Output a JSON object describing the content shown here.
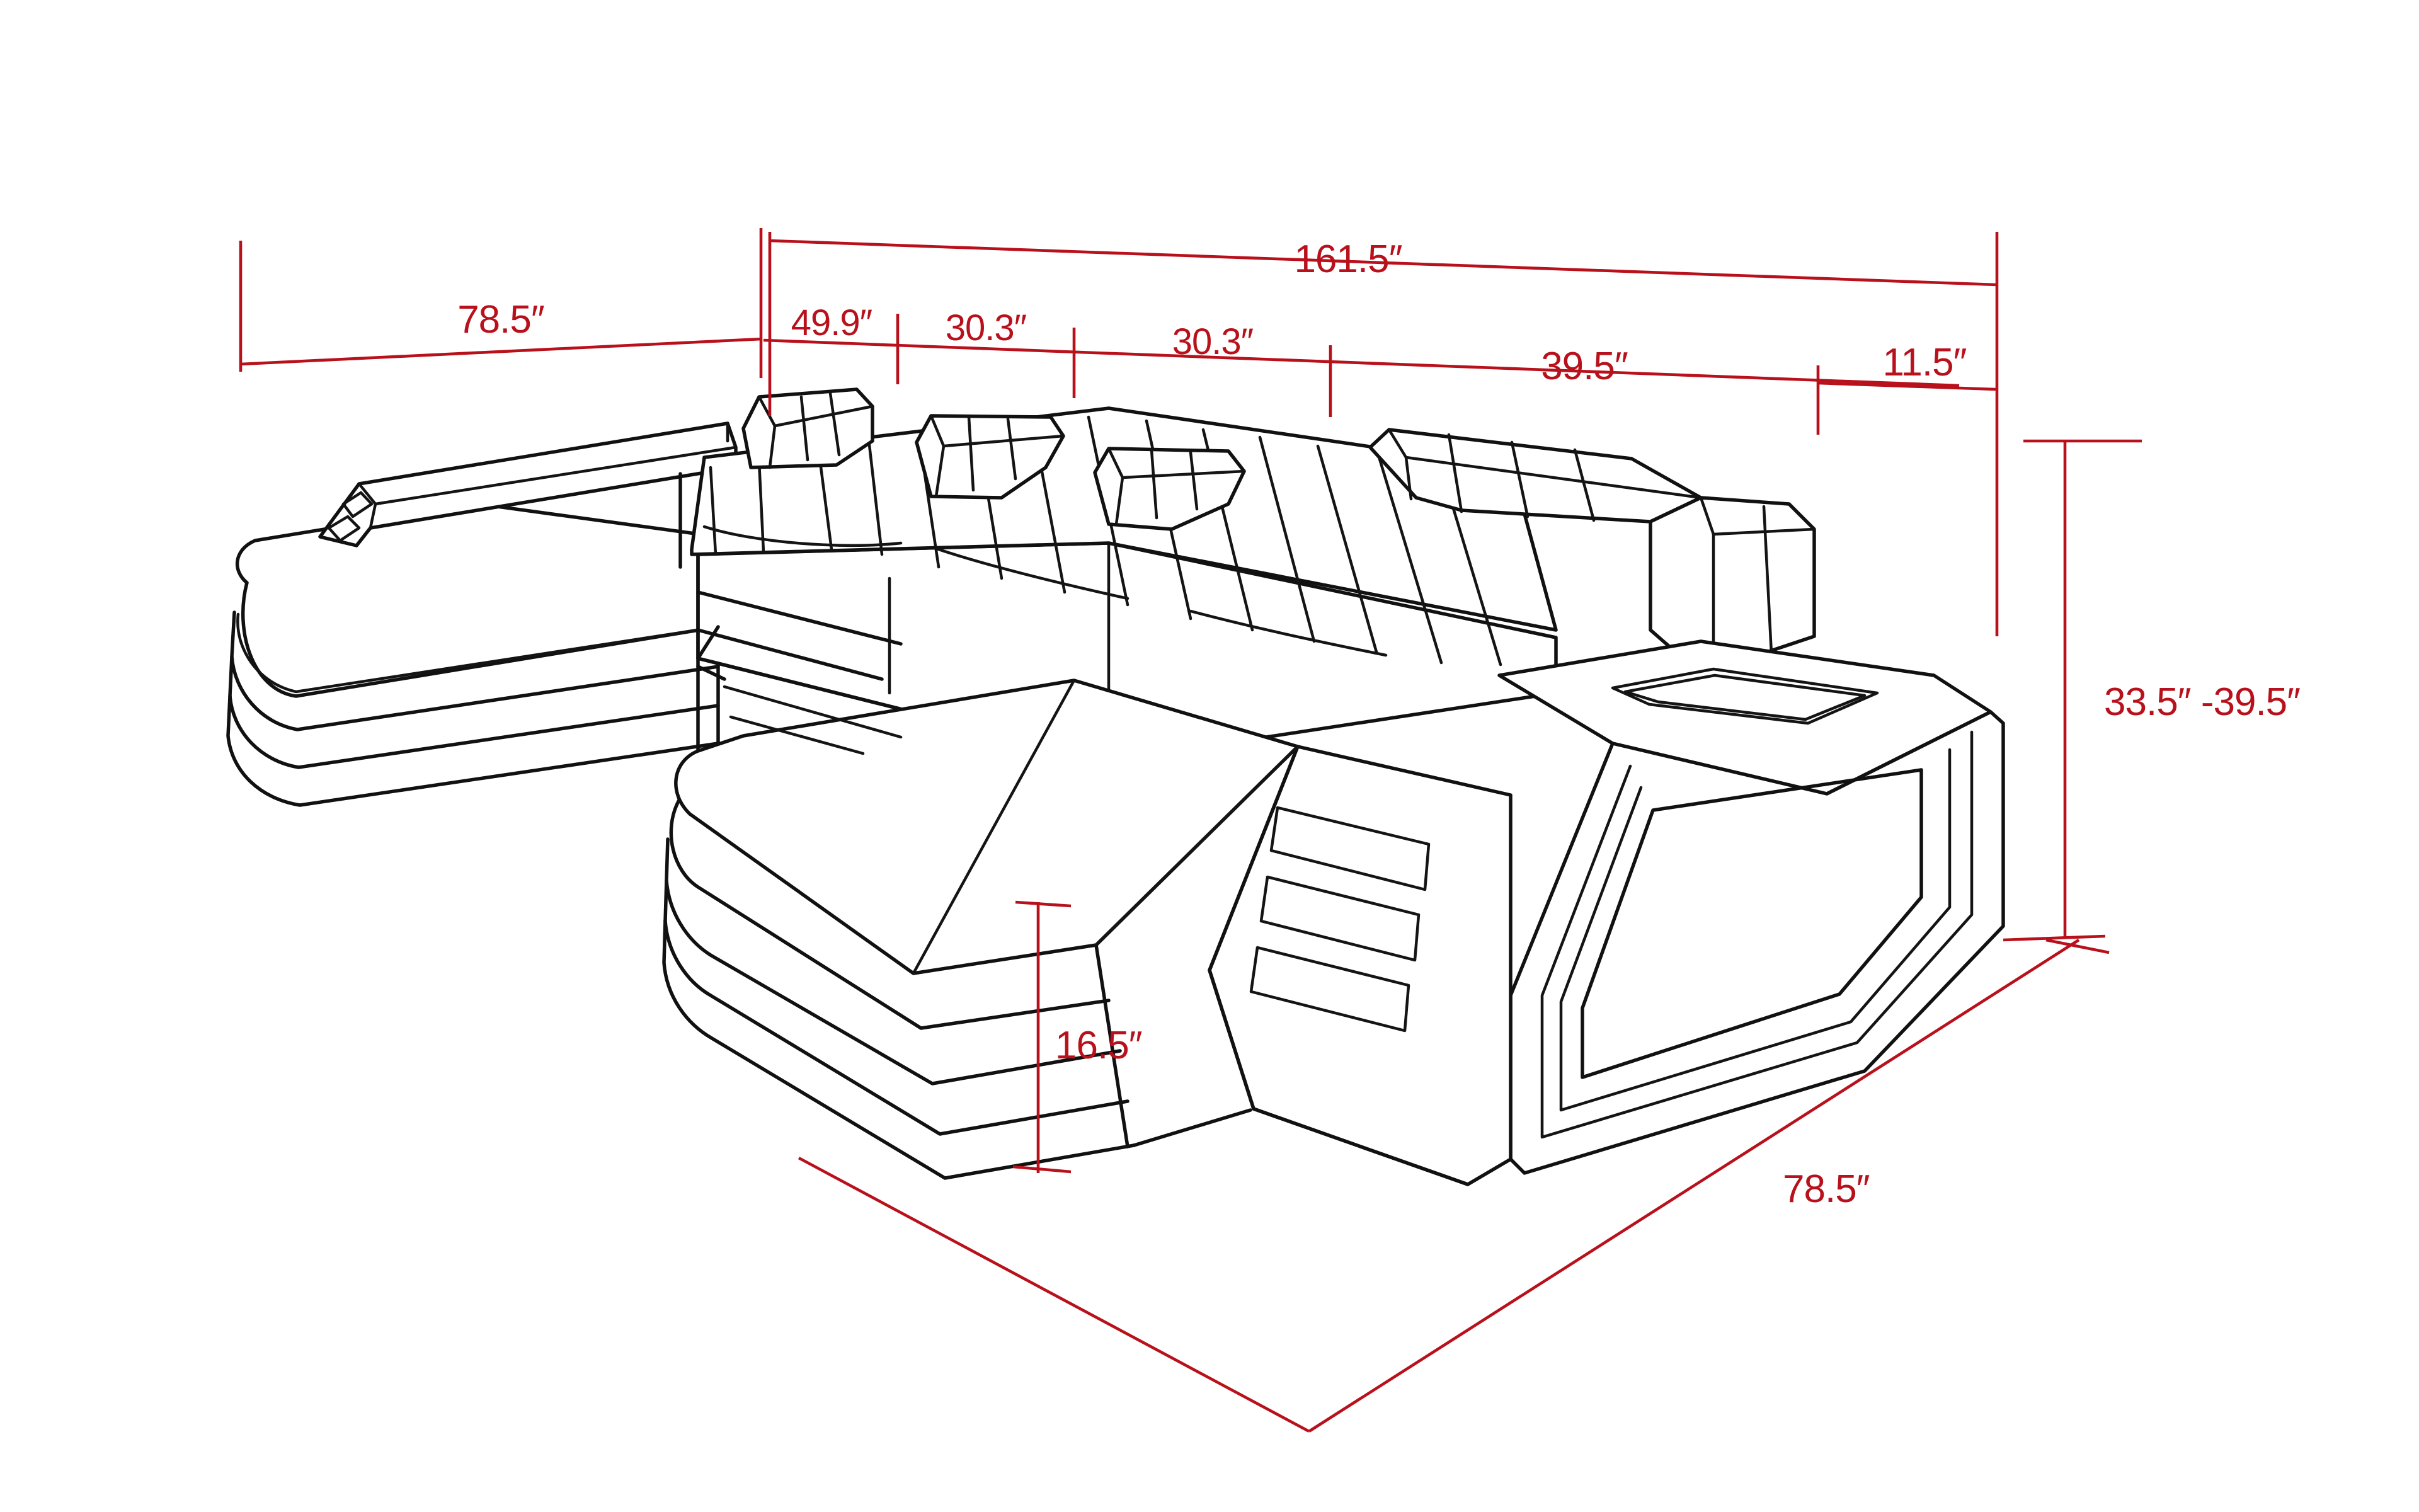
{
  "drawing": {
    "title": "Sectional Sofa Dimension Diagram",
    "subject": "modular L-shaped sectional sofa with chaise, console arm and LED armrest panel",
    "line_color": "#111111",
    "dimension_color": "#b8111c",
    "background_color": "#ffffff",
    "unit_symbol": "″",
    "projection": "isometric perspective line drawing"
  },
  "dimensions": {
    "overall_width": "161.5″",
    "left_chaise_depth": "78.5″",
    "segment_a": "49.9″",
    "segment_b": "30.3″",
    "segment_c": "30.3″",
    "segment_d": "39.5″",
    "segment_e": "11.5″",
    "height_range": "33.5″ -39.5″",
    "seat_height": "16.5″",
    "right_chaise_depth": "78.5″"
  },
  "dimension_list": [
    {
      "id": "overall-width",
      "value": "161.5″",
      "axis": "horizontal",
      "row": "top"
    },
    {
      "id": "left-depth",
      "value": "78.5″",
      "axis": "horizontal",
      "row": "second"
    },
    {
      "id": "seg-49-9",
      "value": "49.9″",
      "axis": "horizontal",
      "row": "second"
    },
    {
      "id": "seg-30-3-a",
      "value": "30.3″",
      "axis": "horizontal",
      "row": "second"
    },
    {
      "id": "seg-30-3-b",
      "value": "30.3″",
      "axis": "horizontal",
      "row": "second"
    },
    {
      "id": "seg-39-5",
      "value": "39.5″",
      "axis": "horizontal",
      "row": "second"
    },
    {
      "id": "seg-11-5",
      "value": "11.5″",
      "axis": "horizontal",
      "row": "second"
    },
    {
      "id": "overall-height",
      "value": "33.5″ -39.5″",
      "axis": "vertical",
      "row": "right"
    },
    {
      "id": "seat-height",
      "value": "16.5″",
      "axis": "vertical",
      "row": "center"
    },
    {
      "id": "right-depth",
      "value": "78.5″",
      "axis": "diagonal",
      "row": "bottom"
    }
  ]
}
